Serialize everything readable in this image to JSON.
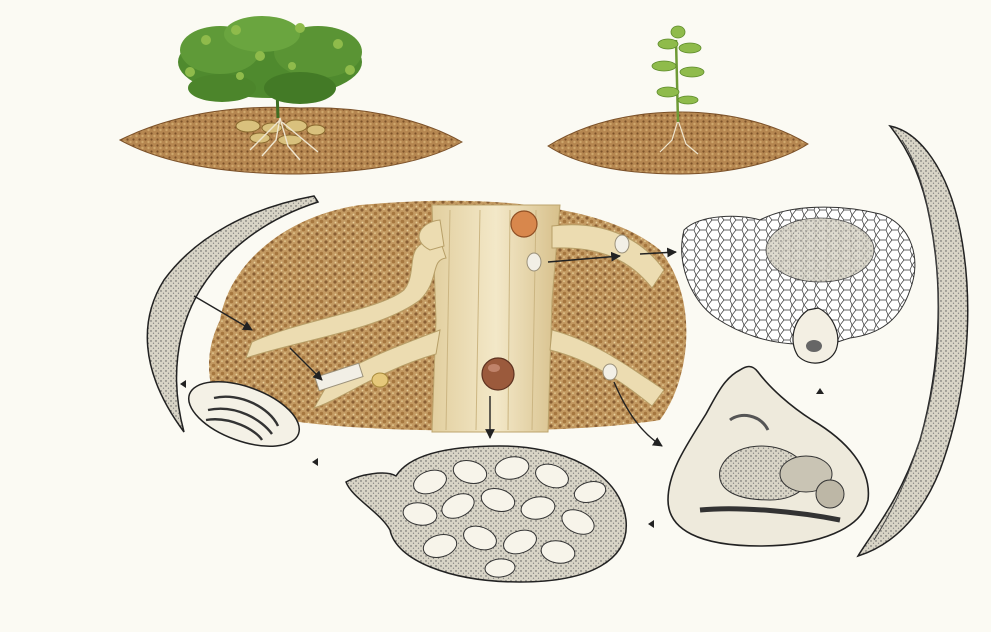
{
  "title": "",
  "colors": {
    "paper": "#fbfaf3",
    "soil": "#b98d55",
    "soil_dark": "#8a5f33",
    "foliage": "#4f8a2e",
    "foliage_light": "#8fbb4b",
    "root": "#efe3c0",
    "root_shade": "#d9c594",
    "cyst_brown": "#9b5a3c",
    "cyst_orange": "#d8874c",
    "female_white": "#f2efe6",
    "ink": "#222222"
  },
  "panels": [
    {
      "id": "healthy-plant",
      "icon": "plant-on-soil-mound"
    },
    {
      "id": "infested-plant",
      "icon": "stunted-plant-on-soil-mound"
    },
    {
      "id": "root-section",
      "icon": "root-with-cysts-and-females"
    },
    {
      "id": "cyst-with-eggs",
      "icon": "cyst-cross-section"
    },
    {
      "id": "female-in-root-tissue",
      "icon": "cell-tissue-drawing"
    },
    {
      "id": "swollen-female",
      "icon": "female-with-juvenile"
    },
    {
      "id": "egg",
      "icon": "egg-with-larva"
    },
    {
      "id": "second-stage-juvenile",
      "icon": "nematode-juvenile"
    },
    {
      "id": "adult-male",
      "icon": "nematode-male"
    }
  ]
}
